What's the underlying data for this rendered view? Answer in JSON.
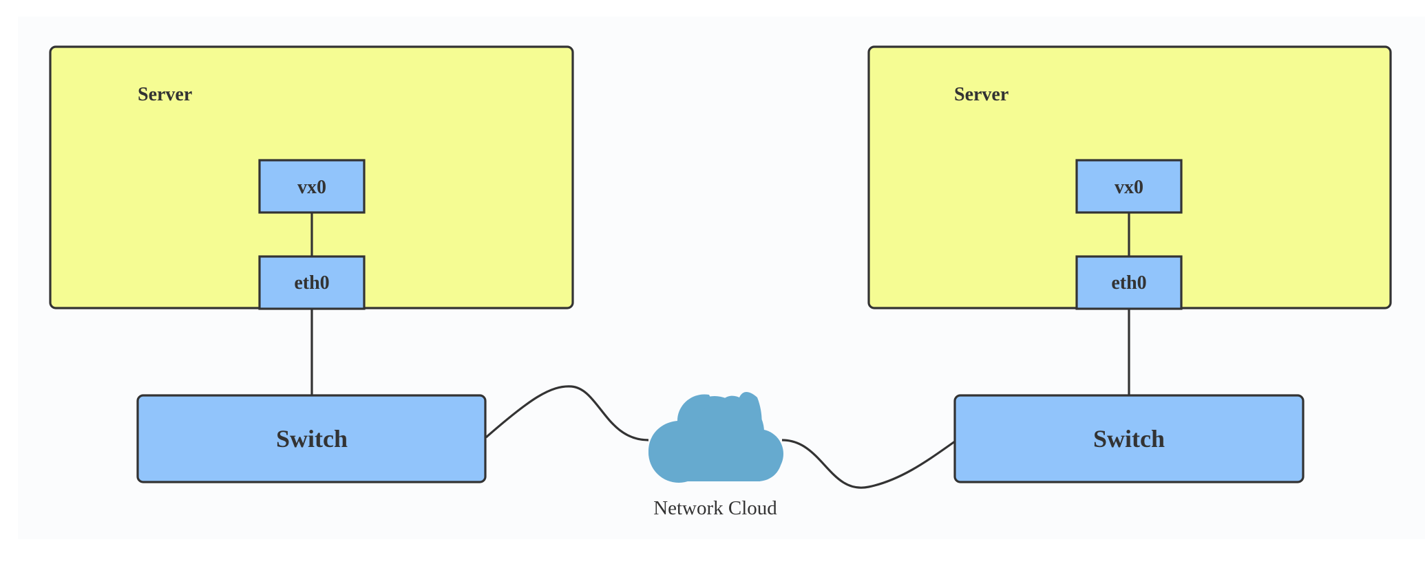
{
  "diagram": {
    "left_server": {
      "label": "Server",
      "vx_label": "vx0",
      "eth_label": "eth0",
      "switch_label": "Switch"
    },
    "right_server": {
      "label": "Server",
      "vx_label": "vx0",
      "eth_label": "eth0",
      "switch_label": "Switch"
    },
    "cloud": {
      "label": "Network Cloud",
      "icon": "cloud-icon",
      "color": "#66aacf"
    },
    "colors": {
      "server_fill": "#f5fc93",
      "interface_fill": "#91c4fb",
      "outline": "#333333",
      "background": "#fbfcfd"
    }
  }
}
